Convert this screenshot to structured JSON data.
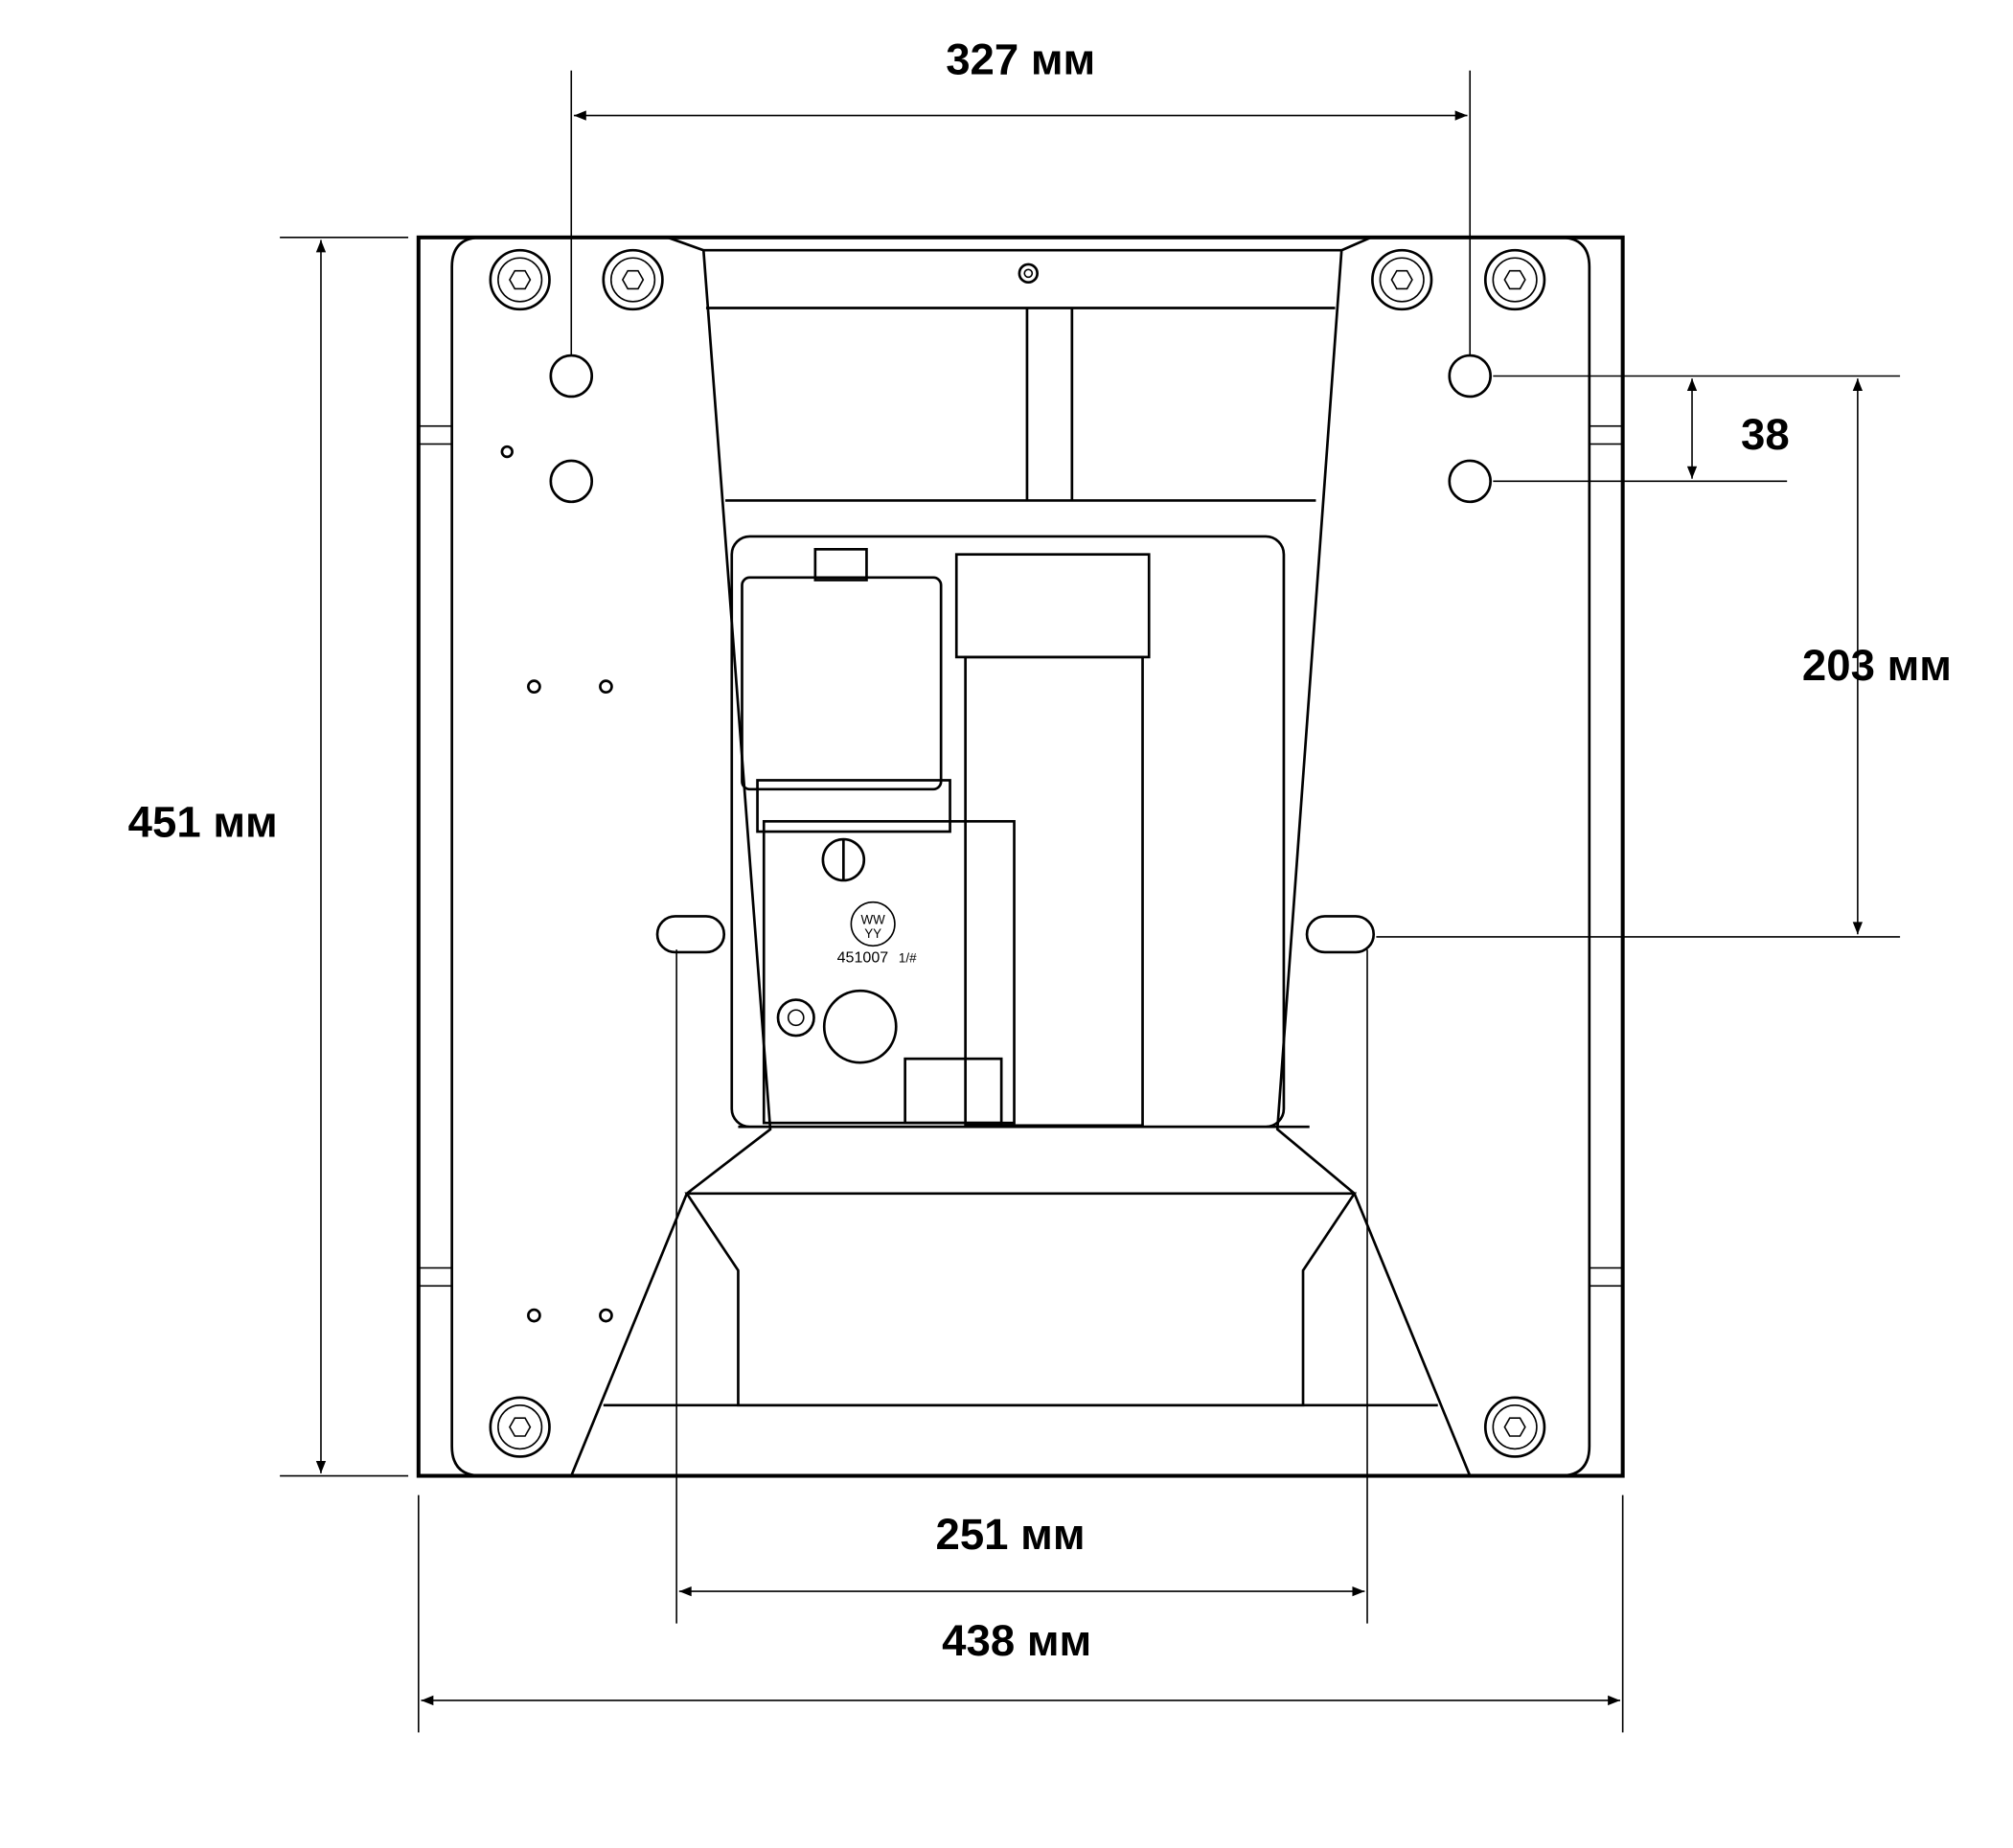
{
  "drawing": {
    "dimensions": {
      "top_width": "327 мм",
      "height": "451 мм",
      "hole_spacing": "38",
      "vertical_spacing": "203 мм",
      "slot_spacing": "251 мм",
      "overall_width": "438 мм"
    },
    "stamp": {
      "line1": "WW",
      "line2": "YY",
      "part_number": "451007",
      "mark": "1/#"
    }
  }
}
